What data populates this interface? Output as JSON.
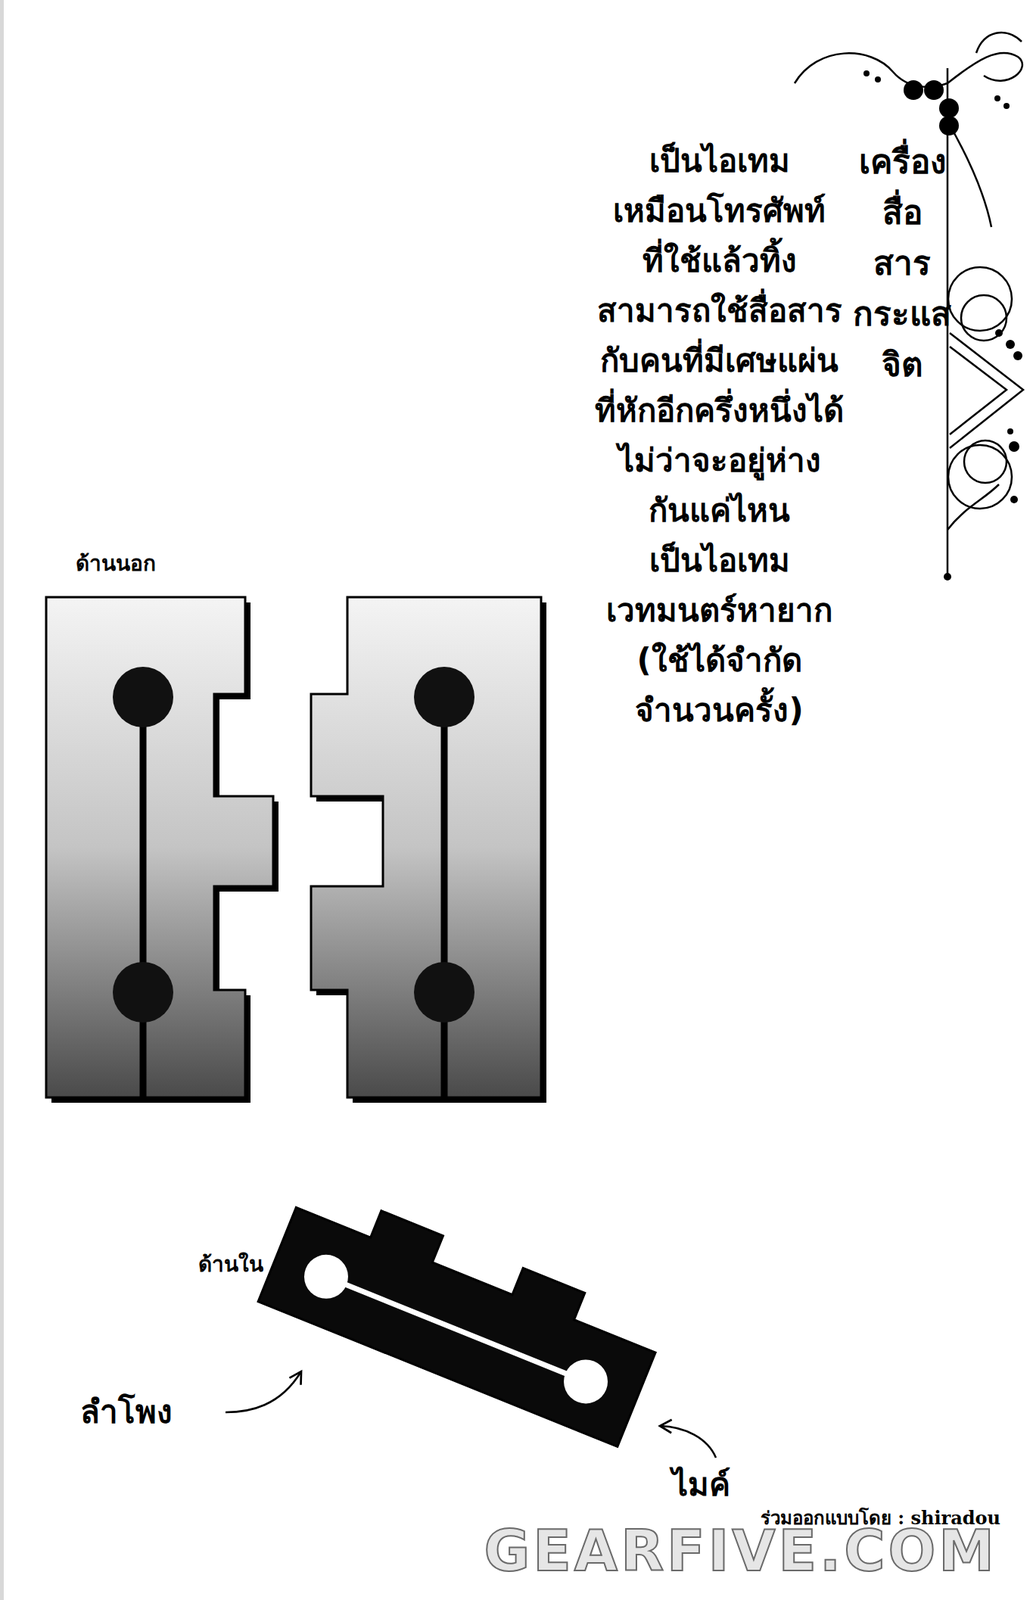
{
  "diagram": {
    "title": "เครื่อง สื่อ สาร กระแส จิต",
    "labels": [
      "เป็นไอเทม เหมือนโทรศัพท์ ที่ใช้แล้วทิ้ง สามารถใช้สื่อสาร กับคนที่มีเศษแผ่น ที่หักอีกครึ่งหนึ่งได้ ไม่ว่าจะอยู่ห่าง กันแค่ไหน เป็นไอเทม เวทมนตร์หายาก (ใช้ได้จำกัด จำนวนครั้ง)",
      "ด้านนอก",
      "ด้านใน",
      "ลำโพง",
      "ไมค์",
      "ร่วมออกแบบโดย : shiradou",
      "GEARFIVE.COM"
    ]
  }
}
